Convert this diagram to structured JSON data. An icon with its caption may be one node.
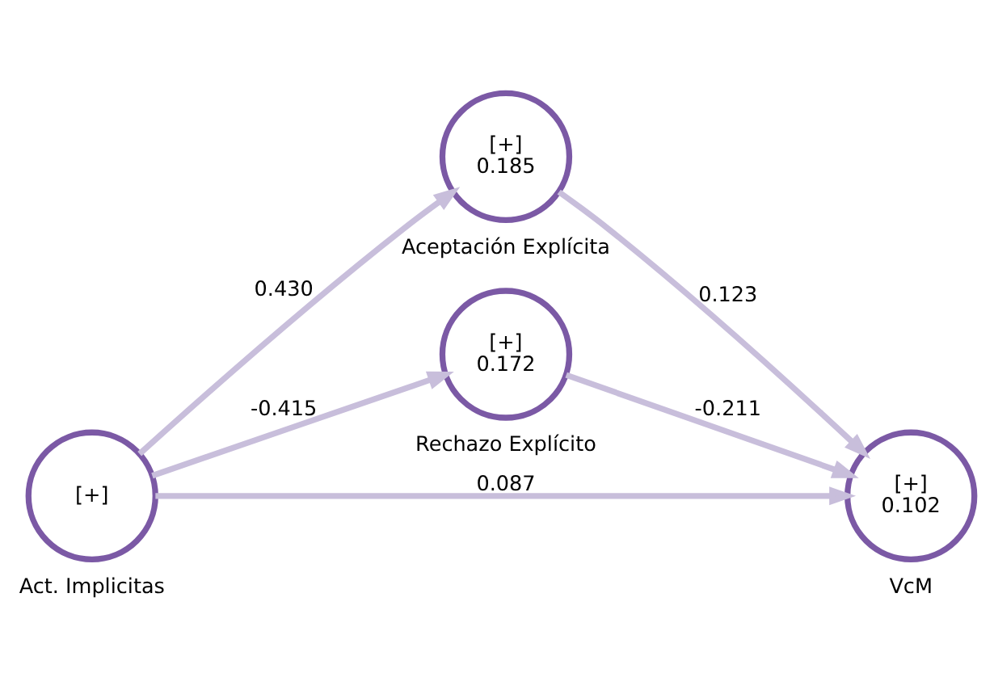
{
  "diagram": {
    "nodes": [
      {
        "text": [
          "[+]"
        ],
        "beside": [
          "Act. Implicitas"
        ]
      },
      {
        "text": [
          "[+]",
          "0.185"
        ],
        "beside": [
          "Aceptación Explícita"
        ]
      },
      {
        "text": [
          "[+]",
          "0.172"
        ],
        "beside": [
          "Rechazo Explícito"
        ]
      },
      {
        "text": [
          "[+]",
          "0.102"
        ],
        "beside": [
          "VcM"
        ]
      }
    ],
    "edges": [
      {
        "from": 0,
        "to": 1,
        "arrow": "to",
        "label": "0.430"
      },
      {
        "from": 0,
        "to": 3,
        "arrow": "to",
        "label": "0.087"
      },
      {
        "from": 0,
        "to": 2,
        "arrow": "to",
        "label": "-0.415"
      },
      {
        "from": 1,
        "to": 3,
        "arrow": "to",
        "label": "0.123"
      },
      {
        "from": 2,
        "to": 3,
        "arrow": "to",
        "label": "-0.211"
      }
    ]
  }
}
